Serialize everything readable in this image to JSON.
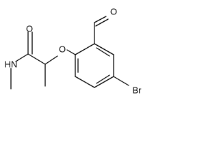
{
  "structure": {
    "atoms": {
      "carbonyl_oxygen": "O",
      "amide_nitrogen": "HN",
      "ether_oxygen": "O",
      "aldehyde_oxygen": "O",
      "bromine": "Br"
    }
  }
}
